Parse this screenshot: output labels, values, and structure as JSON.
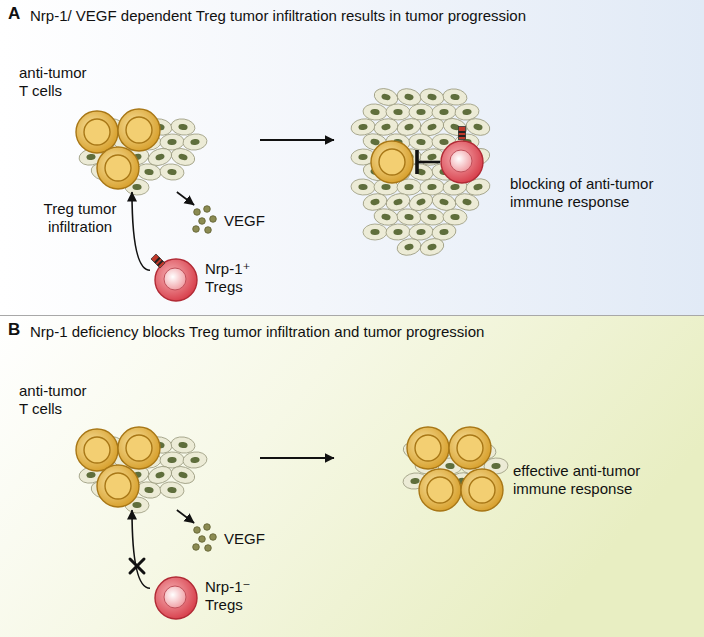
{
  "diagram": {
    "nodes": [
      {
        "text": [
          "A",
          "Nrp-1/ VEGF dependent Treg tumor infiltration results in tumor progression"
        ]
      },
      {
        "text": [
          "anti-tumor T cells"
        ],
        "in": 0
      },
      {
        "text": [
          "VEGF"
        ],
        "in": 0
      },
      {
        "text": [
          "Nrp-1⁺ Tregs"
        ],
        "in": 0
      },
      {
        "text": [
          "blocking of anti-tumor immune response"
        ],
        "in": 0
      },
      {
        "text": [
          "B",
          "Nrp-1 deficiency blocks Treg tumor infiltration and tumor progression"
        ]
      },
      {
        "text": [
          "anti-tumor T cells"
        ],
        "in": 5
      },
      {
        "text": [
          "VEGF"
        ],
        "in": 5
      },
      {
        "text": [
          "Nrp-1⁻ Tregs"
        ],
        "in": 5
      },
      {
        "text": [
          "effective anti-tumor immune response"
        ],
        "in": 5
      }
    ],
    "edges": [
      {
        "from": 1,
        "to": 2,
        "arrow": "to"
      },
      {
        "from": 3,
        "to": 1,
        "label": "Treg tumor infiltration",
        "arrow": "to"
      },
      {
        "from": 1,
        "to": 4,
        "arrow": "to"
      },
      {
        "from": 6,
        "to": 7,
        "arrow": "to"
      },
      {
        "from": 8,
        "to": 6,
        "arrow": "to"
      },
      {
        "from": 6,
        "to": 9,
        "arrow": "to"
      }
    ]
  }
}
